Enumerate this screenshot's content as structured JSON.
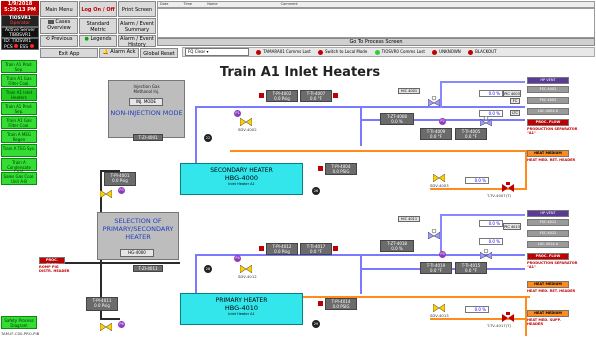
{
  "header": {
    "date": "1/9/2018",
    "time": "5:29:13 PM",
    "station": "TIOSVR1",
    "role": "Operator",
    "active_server_label": "Active Server",
    "active_server": "TIBBSVR1",
    "id_label": "ID:",
    "id_value": "TIOSVR1",
    "pcs_label": "PCS",
    "ess_label": "ESS",
    "main_menu": "Main Menu",
    "log_on_off": "Log On / Off",
    "print_screen": "Print Screen",
    "cases_overview": "Cases Overview",
    "standard_metric": "Standard Metric",
    "alarm_event_summary": "Alarm / Event Summary",
    "previous": "Previous",
    "legends": "Legends",
    "alarm_event_history": "Alarm / Event History",
    "exit_app": "Exit App",
    "alarm_ack": "Alarm Ack",
    "global_reset": "Global Reset",
    "alarm_cols": [
      "Date",
      "Time",
      "Name",
      "Comment"
    ],
    "goto_process": "Go To Process Screen",
    "fq_clear": "FQ Clear",
    "legend_items": [
      {
        "label": "TAMARA01 Comms Lost",
        "color": "#c00000"
      },
      {
        "label": "Switch to Local Mode",
        "color": "#c00000"
      },
      {
        "label": "TIOSVR0 Comms Lost",
        "color": "#33cc33"
      },
      {
        "label": "UNKNOWN",
        "color": "#c00000"
      },
      {
        "label": "BLACKOUT",
        "color": "#c00000"
      }
    ]
  },
  "nav": [
    "Train A1 Prod. Sep.",
    "Train A1 Gas Filter Coal.",
    "Train A1 Inlet Heaters",
    "Train A1 Prod. Sep.",
    "Train A1 Gas Filter Coal.",
    "Train A MEG Regen",
    "Train A TEG Sys.",
    "Train A Condensate Coal.",
    "Sales Gas Coal. Unit A-B"
  ],
  "nav_bottom": "Safety Process Diagram",
  "footer_tag": "TAM-IF-C00-PRO-PIB-11.00",
  "footer_tag2": "SDV-4001",
  "title": "Train A1 Inlet Heaters",
  "injection": {
    "line1": "Injection Gas",
    "line2": "Methanol Inj.",
    "mode_btn": "INJ. MODE",
    "mode_text": "NON-INJECTION MODE"
  },
  "selection": {
    "line1": "SELECTION OF",
    "line2": "PRIMARY/SECONDARY",
    "line3": "HEATER",
    "btn": "HG-4000"
  },
  "secondary_heater": {
    "name": "SECONDARY HEATER",
    "id": "HBG-4000",
    "sub": "Inlet Heater A1"
  },
  "primary_heater": {
    "name": "PRIMARY HEATER",
    "id": "HBG-4010",
    "sub": "Inlet Heater A1"
  },
  "instruments": {
    "tpi4002": {
      "tag": "T-PI-4002",
      "val": "0.0  Psig"
    },
    "tti4007": {
      "tag": "T-TI-4007",
      "val": "0.0  °F"
    },
    "tzt4008": {
      "tag": "T-ZT-4008",
      "val": "0.0  %"
    },
    "ttt4009": {
      "tag": "T-TI-4009",
      "val": "0.0  °F"
    },
    "ttt4005": {
      "tag": "T-TI-4005",
      "val": "0.0  °F"
    },
    "tpi4004": {
      "tag": "T-PI-4004",
      "val": "0.0  PSIG"
    },
    "tpi4001": {
      "tag": "T-PI-4001",
      "val": "0.0  Psig"
    },
    "tpi4012": {
      "tag": "T-PI-4012",
      "val": "0.0  Psig"
    },
    "tti4017": {
      "tag": "T-TI-4017",
      "val": "0.0  °F"
    },
    "tzt4018": {
      "tag": "T-ZT-4018",
      "val": "0.0  %"
    },
    "ttt4019": {
      "tag": "T-TI-4019",
      "val": "0.0  °F"
    },
    "ttt4015": {
      "tag": "T-TI-4015",
      "val": "0.0  °F"
    },
    "tpi4014": {
      "tag": "T-PI-4014",
      "val": "0.0  PSIG"
    },
    "tpi4011": {
      "tag": "T-PI-4011",
      "val": "0.0  Psig"
    },
    "tzi4001": "T-ZI-4001",
    "tzi4011": "T-ZI-4011"
  },
  "outlets_top": [
    {
      "label": "HP VENT",
      "style": "purple"
    },
    {
      "label": "FSC 4002",
      "style": "gray"
    },
    {
      "label": "FSC 4002",
      "style": "gray"
    },
    {
      "label": "LSC 4004 A",
      "style": "gray"
    },
    {
      "label": "PROC. FLOW",
      "style": "red"
    },
    {
      "label": "HEAT MEDIUM",
      "style": "orange"
    }
  ],
  "outlets_top_sub": [
    "PRODUCTION SEPARATOR \"A1\"",
    "HEAT MED. RET. HEADER"
  ],
  "outlets_bottom": [
    {
      "label": "HP VENT",
      "style": "purple"
    },
    {
      "label": "FSC 4012",
      "style": "gray"
    },
    {
      "label": "FSC 4012",
      "style": "gray"
    },
    {
      "label": "LSC 4014 A",
      "style": "gray"
    },
    {
      "label": "PROC. FLOW",
      "style": "red"
    },
    {
      "label": "HEAT MEDIUM",
      "style": "orange"
    },
    {
      "label": "HEAT MEDIUM",
      "style": "orange"
    }
  ],
  "outlets_bottom_sub": [
    "PRODUCTION SEPARATOR \"A1\"",
    "HEAT MED. RET. HEADER",
    "HEAT MED. SUPP. HEADER"
  ],
  "left_inlet": {
    "label": "PROC. FLOW",
    "sub": "ROMP PIG DISTR. HEADER"
  },
  "pct_values": {
    "v1": "0.0  %",
    "v2": "0.0  %",
    "v3": "0.0  %",
    "v4": "0.0  %",
    "v5": "0.0  %",
    "v6": "0.0  %"
  },
  "valve_tags": {
    "sdv4002": "SDV-4002",
    "sdv4003": "SDV-4003",
    "sdv4012": "SDV-4012",
    "sdv4013": "SDV-4013",
    "tv4007": "T-TV-4007(T)",
    "tv4017": "T-TV-4017(T)",
    "pic4003": "PIC 4003",
    "pic4013": "PIC 4013",
    "hic4001": "HIC 4001",
    "hic4011": "HIC 4011",
    "ltc": "LTC",
    "fc": "FC"
  },
  "circles": {
    "p1": "P1",
    "p2": "P2",
    "p3": "P3",
    "p4": "P4",
    "p5": "P5",
    "p6": "P6",
    "c1": "22",
    "c2": "26",
    "c3": "28",
    "c4": "29"
  }
}
